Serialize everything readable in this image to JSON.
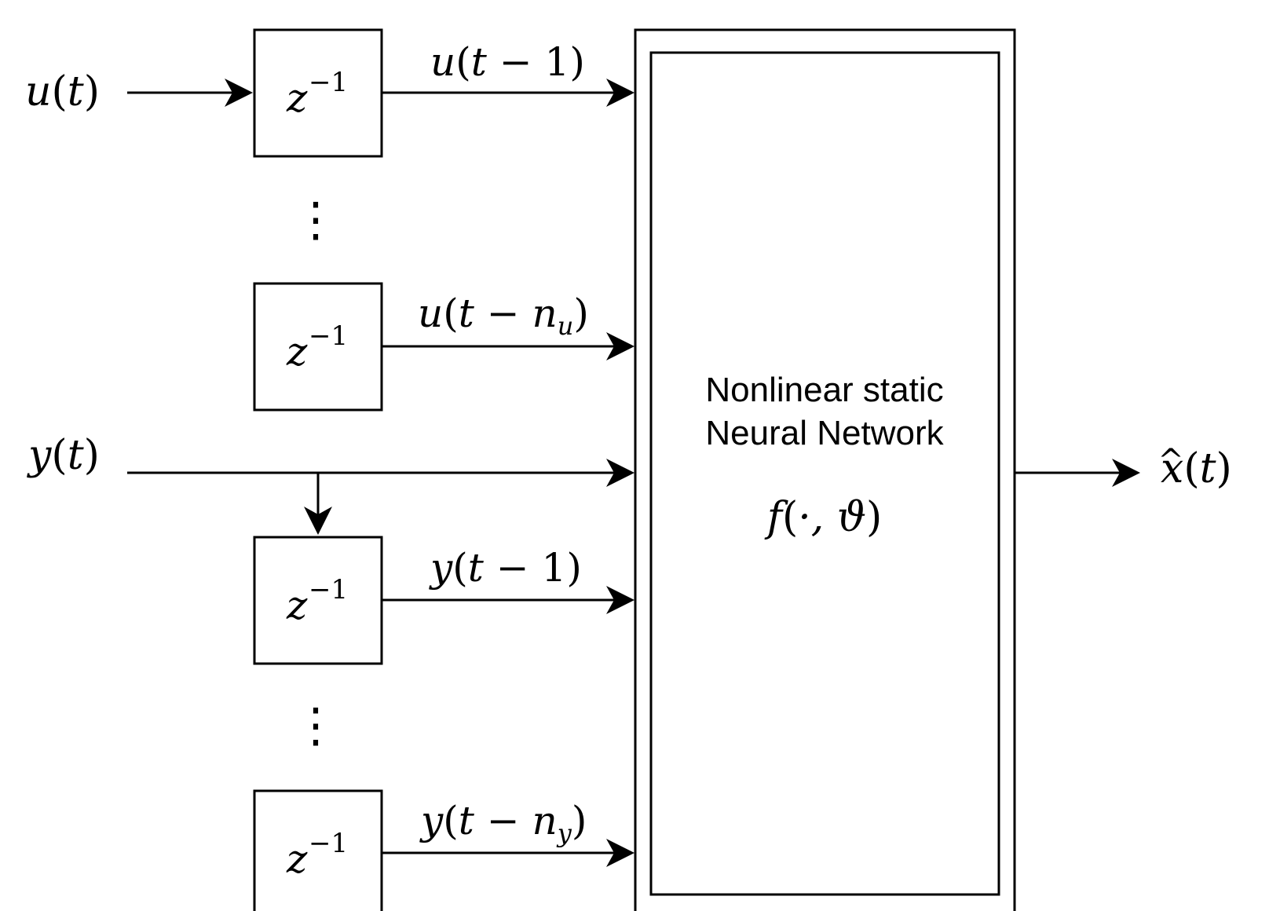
{
  "inputs": {
    "u": {
      "prefix": "u",
      "open": "(",
      "var": "t",
      "close": ")"
    },
    "y": {
      "prefix": "y",
      "open": "(",
      "var": "t",
      "close": ")"
    }
  },
  "output": {
    "prefix": "x",
    "hat": "^",
    "open": "(",
    "var": "t",
    "close": ")"
  },
  "delay_blocks": [
    {
      "base": "z",
      "exp": "−1"
    },
    {
      "base": "z",
      "exp": "−1"
    },
    {
      "base": "z",
      "exp": "−1"
    },
    {
      "base": "z",
      "exp": "−1"
    }
  ],
  "signals": {
    "u1": {
      "prefix": "u",
      "open": "(",
      "t": "t",
      "op": " − ",
      "lag": "1",
      "close": ")"
    },
    "unu": {
      "prefix": "u",
      "open": "(",
      "t": "t",
      "op": " − ",
      "lag": "n",
      "sub": "u",
      "close": ")"
    },
    "y1": {
      "prefix": "y",
      "open": "(",
      "t": "t",
      "op": " − ",
      "lag": "1",
      "close": ")"
    },
    "yny": {
      "prefix": "y",
      "open": "(",
      "t": "t",
      "op": " − ",
      "lag": "n",
      "sub": "y",
      "close": ")"
    }
  },
  "ellipsis": "⋮",
  "network": {
    "line1": "Nonlinear static",
    "line2": "Neural Network",
    "func": {
      "name": "f",
      "open": "(",
      "args": "·, ϑ",
      "close": ")"
    }
  }
}
